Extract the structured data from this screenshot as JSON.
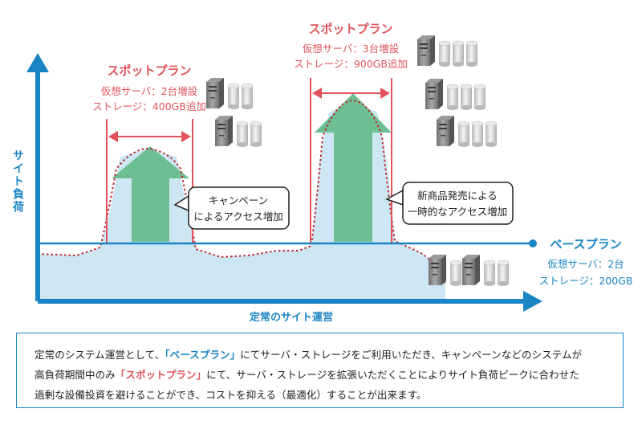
{
  "axes": {
    "y_label": "サイト負荷",
    "x_label": "定常のサイト運営"
  },
  "colors": {
    "axis_blue": "#1a85c5",
    "spot_red": "#e1535a",
    "arrow_green": "#6dbf93",
    "load_fill": "#cce7f3",
    "load_dotted": "#c0282d"
  },
  "base_plan": {
    "title": "ベースプラン",
    "server": "仮想サーバ：2台",
    "storage": "ストレージ：200GB"
  },
  "spot_plan_1": {
    "title": "スポットプラン",
    "server": "仮想サーバ：2台増設",
    "storage": "ストレージ：400GB追加"
  },
  "spot_plan_2": {
    "title": "スポットプラン",
    "server": "仮想サーバ：3台増設",
    "storage": "ストレージ：900GB追加"
  },
  "callouts": {
    "campaign": [
      "キャンペーン",
      "によるアクセス増加"
    ],
    "new_product": [
      "新商品発売による",
      "一時的なアクセス増加"
    ]
  },
  "icons": {
    "server": "server-tower-icon",
    "storage": "storage-disk-icon"
  },
  "description": {
    "line1_a": "定常のシステム運営として、",
    "line1_b": "「ベースプラン」",
    "line1_c": "にてサーバ・ストレージをご利用いただき、キャンペーンなどのシステムが",
    "line2_a": "高負荷期間中のみ",
    "line2_b": "「スポットプラン」",
    "line2_c": "にて、サーバ・ストレージを拡張いただくことによりサイト負荷ピークに合わせた",
    "line3": "過剰な設備投資を避けることができ、コストを抑える（最適化）することが出来ます。"
  }
}
